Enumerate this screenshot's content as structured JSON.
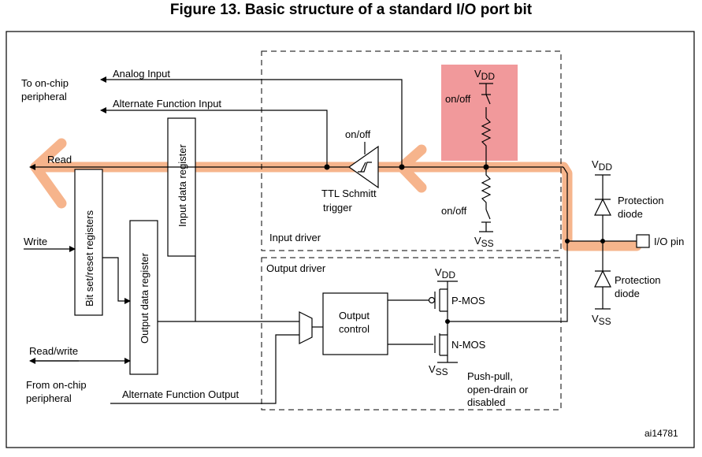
{
  "title": "Figure 13. Basic structure of a standard I/O port bit",
  "labels": {
    "to_onchip_1": "To on-chip",
    "to_onchip_2": "peripheral",
    "analog_input": "Analog Input",
    "alt_func_input": "Alternate Function Input",
    "read": "Read",
    "write": "Write",
    "read_write": "Read/write",
    "from_onchip_1": "From on-chip",
    "from_onchip_2": "peripheral",
    "alt_func_output": "Alternate Function Output",
    "input_data_register": "Input data register",
    "bit_set_reset_registers": "Bit set/reset registers",
    "output_data_register": "Output data register",
    "input_driver": "Input driver",
    "output_driver": "Output driver",
    "on_off_schmitt": "on/off",
    "ttl_schmitt_1": "TTL Schmitt",
    "ttl_schmitt_2": "trigger",
    "on_off_pullup": "on/off",
    "on_off_pulldown": "on/off",
    "vdd": "V",
    "vdd_sub": "DD",
    "vss": "V",
    "vss_sub": "SS",
    "protection_diode_1": "Protection",
    "protection_diode_2": "diode",
    "io_pin": "I/O pin",
    "output_control_1": "Output",
    "output_control_2": "control",
    "pmos": "P-MOS",
    "nmos": "N-MOS",
    "push_pull_1": "Push-pull,",
    "push_pull_2": "open-drain or",
    "push_pull_3": "disabled",
    "figure_id": "ai14781"
  },
  "colors": {
    "highlight_path": "#f5a878",
    "pullup_highlight": "#f08e90",
    "lines": "#000000"
  }
}
